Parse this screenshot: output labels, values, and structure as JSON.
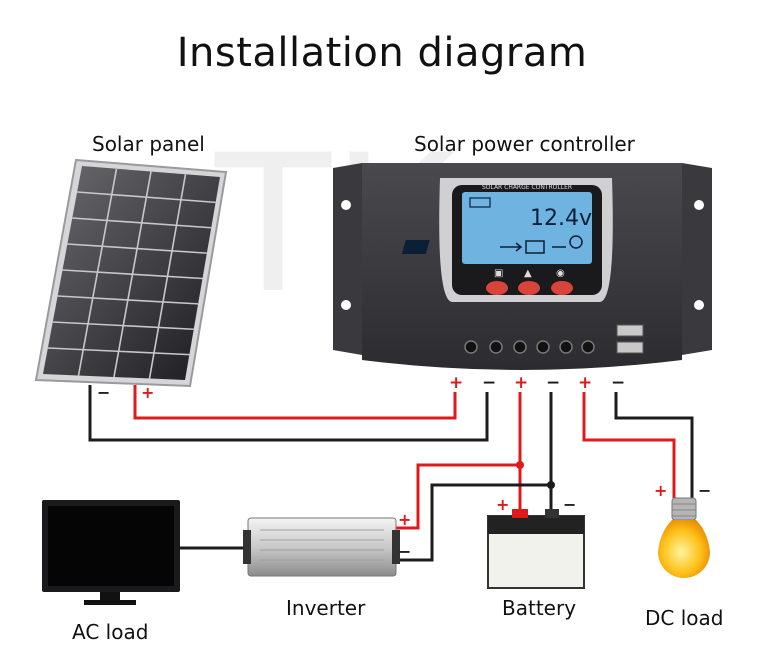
{
  "title": "Installation diagram",
  "labels": {
    "solar_panel": "Solar panel",
    "controller": "Solar power controller",
    "inverter": "Inverter",
    "battery": "Battery",
    "ac_load": "AC load",
    "dc_load": "DC load"
  },
  "controller": {
    "lcd_header": "SOLAR CHARGE CONTROLLER",
    "voltage": "12.4v",
    "terminals": [
      "+",
      "−",
      "+",
      "−",
      "+",
      "−"
    ]
  },
  "polarity": {
    "plus": "+",
    "minus": "−"
  },
  "watermark": "TK",
  "colors": {
    "positive_wire": "#e0191b",
    "negative_wire": "#1c1c1c",
    "panel_cell": "#2a2a2e",
    "lcd": "#6fb3e0",
    "button": "#d8433a"
  }
}
